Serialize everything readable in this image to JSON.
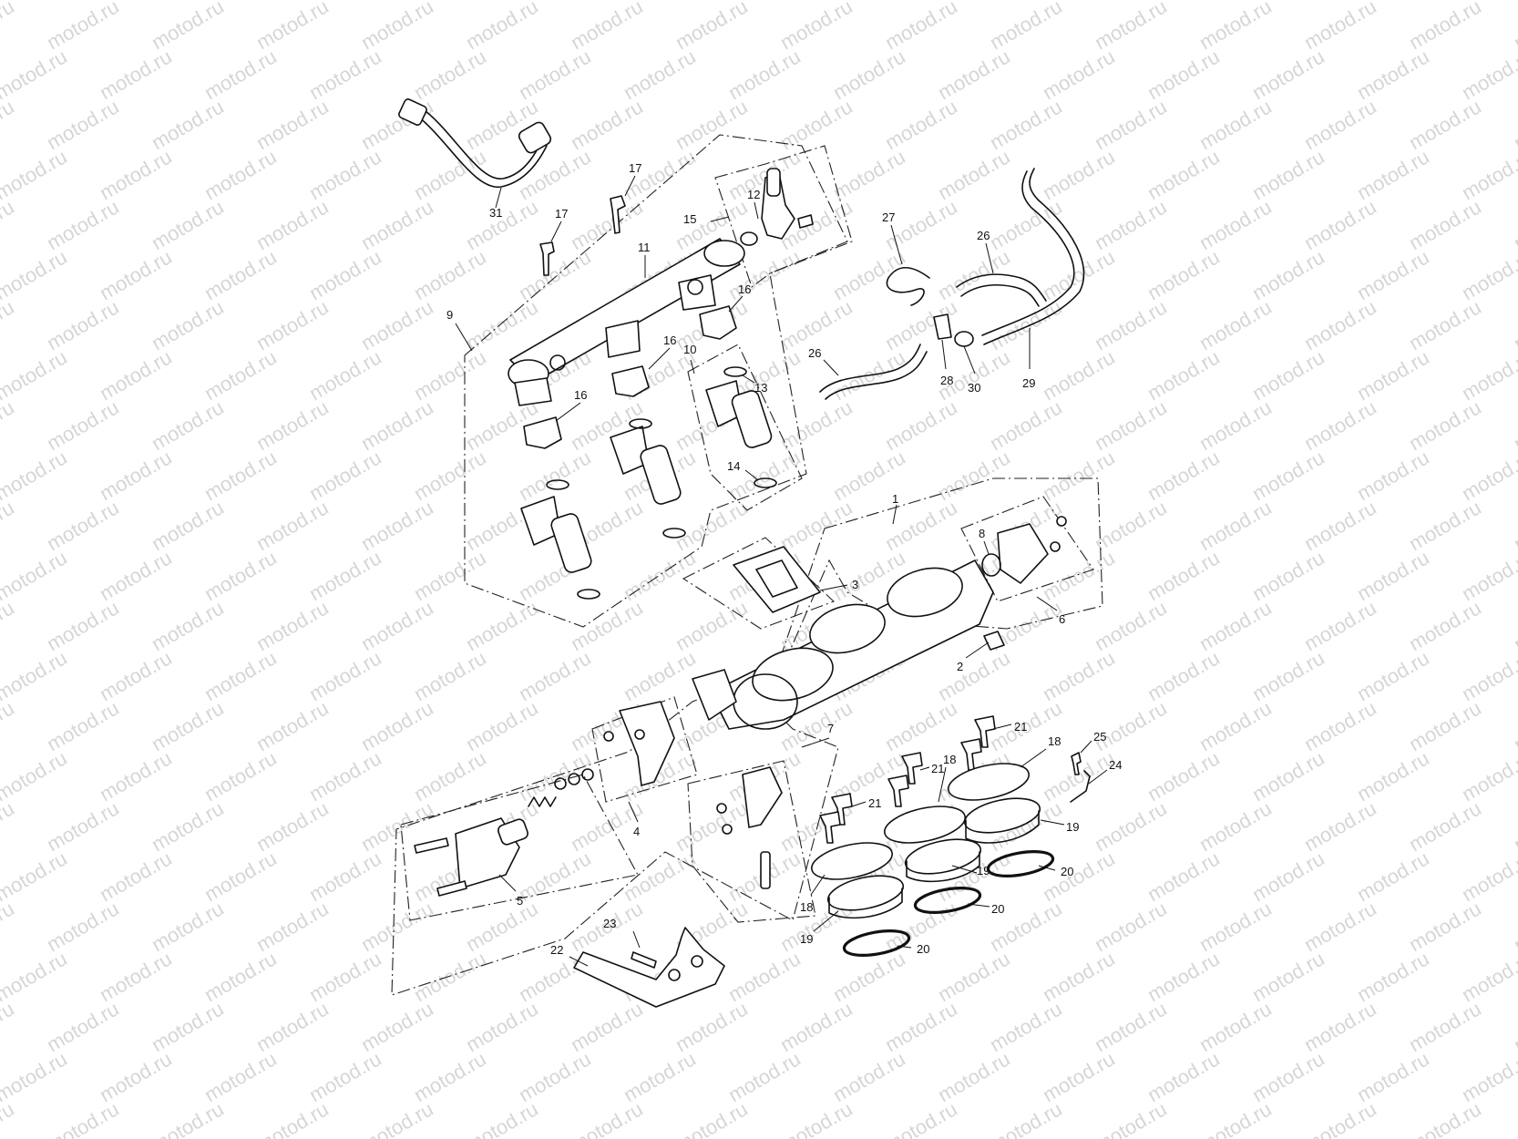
{
  "watermark": {
    "text": "motod.ru",
    "color": "#d6d6d6"
  },
  "callouts": [
    "1",
    "2",
    "3",
    "4",
    "5",
    "6",
    "7",
    "8",
    "9",
    "10",
    "11",
    "12",
    "13",
    "14",
    "15",
    "16",
    "17",
    "18",
    "19",
    "20",
    "21",
    "22",
    "23",
    "24",
    "25",
    "26",
    "27",
    "28",
    "29",
    "30",
    "31"
  ],
  "colors": {
    "line": "#111111",
    "background": "#ffffff"
  }
}
